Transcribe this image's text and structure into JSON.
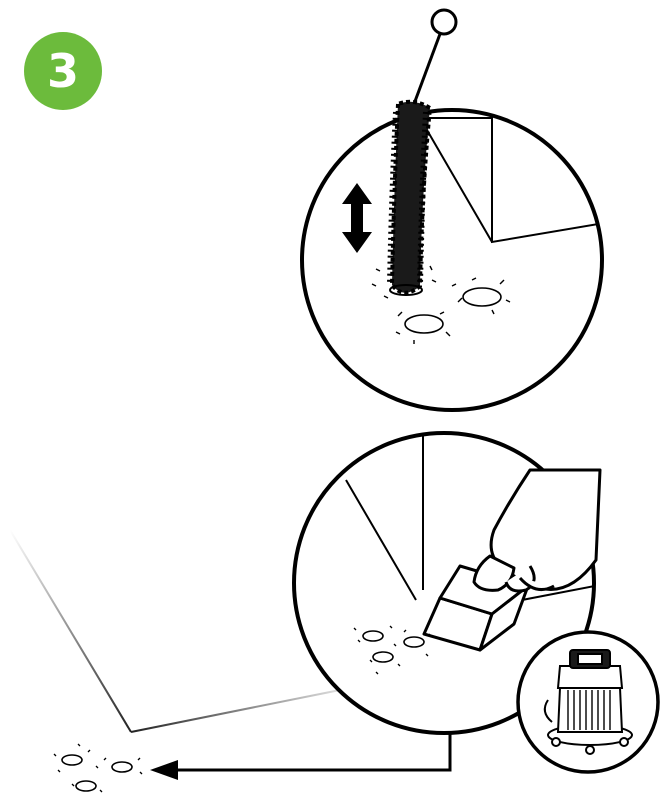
{
  "step": {
    "number": "3",
    "badge_color": "#6cbb3c"
  },
  "illustration": {
    "panels": [
      {
        "name": "brush-cleaning-detail",
        "icons": [
          "bottle-brush-icon",
          "up-down-arrow-icon",
          "dust-specks-icon"
        ]
      },
      {
        "name": "vacuum-nozzle-detail",
        "icons": [
          "hand-icon",
          "vacuum-nozzle-icon",
          "dust-specks-icon"
        ]
      },
      {
        "name": "vacuum-cleaner-detail",
        "icons": [
          "vacuum-cleaner-icon"
        ]
      }
    ],
    "line_color": "#000000",
    "brush_color": "#1a1a1a"
  }
}
